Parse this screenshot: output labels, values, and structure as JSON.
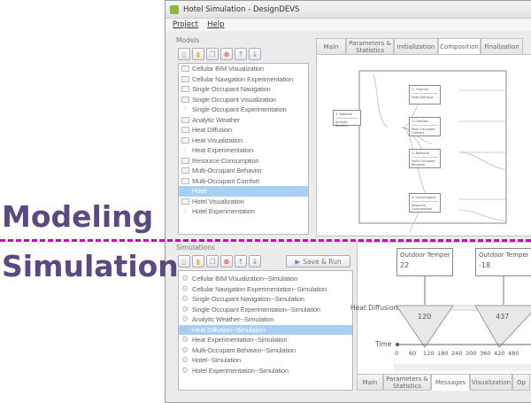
{
  "window": {
    "title": "Hotel Simulation - DesignDEVS",
    "menu": [
      "Project",
      "Help"
    ]
  },
  "models": {
    "label": "Models",
    "toolbar_icons": [
      "new-icon",
      "open-icon",
      "copy-icon",
      "delete-icon",
      "up-arrow-icon",
      "down-arrow-icon"
    ],
    "items": [
      {
        "label": "Cellular BIM Visualization",
        "icon": "atomic"
      },
      {
        "label": "Cellular Navigation Experimentation",
        "icon": "atomic"
      },
      {
        "label": "Single Occupant Navigation",
        "icon": "atomic"
      },
      {
        "label": "Single Occupant Visualization",
        "icon": "atomic"
      },
      {
        "label": "Single Occupant Experimentation",
        "icon": "coupled"
      },
      {
        "label": "Analytic Weather",
        "icon": "atomic"
      },
      {
        "label": "Heat Diffusion",
        "icon": "atomic"
      },
      {
        "label": "Heat Visualization",
        "icon": "atomic"
      },
      {
        "label": "Heat Experimentation",
        "icon": "coupled"
      },
      {
        "label": "Resource Consumption",
        "icon": "atomic"
      },
      {
        "label": "Multi-Occupant Behavior",
        "icon": "atomic"
      },
      {
        "label": "Multi-Occupant Comfort",
        "icon": "atomic"
      },
      {
        "label": "Hotel",
        "icon": "coupled",
        "selected": true
      },
      {
        "label": "Hotel Visualization",
        "icon": "atomic"
      },
      {
        "label": "Hotel Experimentation",
        "icon": "coupled"
      }
    ]
  },
  "model_tabs": [
    "Main",
    "Parameters & Statistics",
    "Initialization",
    "Composition",
    "Finalization"
  ],
  "model_tab_active": "Composition",
  "composition": {
    "blocks": [
      {
        "name": "1: Weather",
        "type": "Analytic Weather"
      },
      {
        "name": "1: Thermal",
        "type": "Heat Diffusion"
      },
      {
        "name": "1: Comfort",
        "type": "Multi-Occupant Comfort"
      },
      {
        "name": "1: Behavior",
        "type": "Multi-Occupant Behavior"
      },
      {
        "name": "1: Consumption",
        "type": "Resource Consumption"
      }
    ]
  },
  "simulations": {
    "label": "Simulations",
    "save_run": "Save & Run",
    "items": [
      {
        "label": "Cellular BIM Visualization--Simulation"
      },
      {
        "label": "Cellular Navigation Experimentation--Simulation"
      },
      {
        "label": "Single Occupant Navigation--Simulation"
      },
      {
        "label": "Single Occupant Experimentation--Simulation"
      },
      {
        "label": "Analytic Weather--Simulation"
      },
      {
        "label": "Heat Diffusion--Simulation",
        "selected": true
      },
      {
        "label": "Heat Experimentation--Simulation"
      },
      {
        "label": "Multi-Occupant Behavior--Simulation"
      },
      {
        "label": "Hotel--Simulation"
      },
      {
        "label": "Hotel Experimentation--Simulation"
      }
    ]
  },
  "messages": {
    "inputs": [
      {
        "label": "Outdoor Temperatur",
        "value": "22"
      },
      {
        "label": "Outdoor Temperatur",
        "value": "-18"
      }
    ],
    "track_label": "Heat Diffusion",
    "states": [
      "120",
      "437"
    ],
    "time_label": "Time",
    "time_ticks": [
      "0",
      "60",
      "120",
      "180",
      "240",
      "300",
      "360",
      "420",
      "480"
    ]
  },
  "sim_tabs": [
    "Main",
    "Parameters & Statistics",
    "Messages",
    "Visualization",
    "Op"
  ],
  "sim_tab_active": "Messages",
  "overlay": {
    "top": "Modeling",
    "bottom": "Simulation",
    "divider_color": "#cc00cc",
    "text_color": "#5b4a82"
  }
}
